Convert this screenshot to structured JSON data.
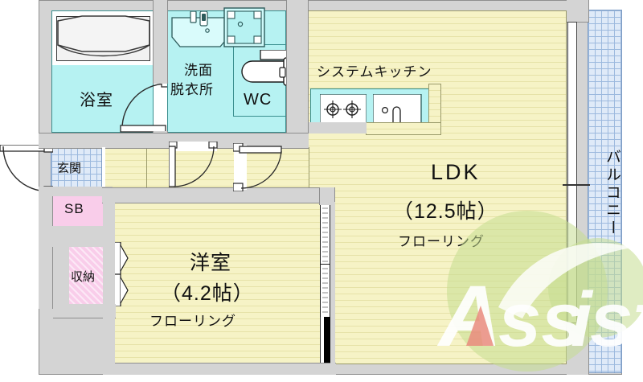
{
  "plan": {
    "title": "間取り図",
    "rooms": [
      {
        "id": "bathroom",
        "label": "浴室",
        "area": "",
        "flooring": ""
      },
      {
        "id": "washroom",
        "label": "洗面\n脱衣所",
        "line1": "洗面",
        "line2": "脱衣所"
      },
      {
        "id": "toilet",
        "label": "WC"
      },
      {
        "id": "entrance",
        "label": "玄関"
      },
      {
        "id": "shoebox",
        "label": "SB"
      },
      {
        "id": "closet",
        "label": "収納"
      },
      {
        "id": "kitchen",
        "label": "システムキッチン"
      },
      {
        "id": "ldk",
        "label": "LDK",
        "area": "（12.5帖）",
        "flooring": "フローリング"
      },
      {
        "id": "bedroom",
        "label": "洋室",
        "area": "（4.2帖）",
        "flooring": "フローリング"
      },
      {
        "id": "balcony",
        "label": "バルコニー"
      }
    ],
    "labels": {
      "bathroom": "浴室",
      "washroom_l1": "洗面",
      "washroom_l2": "脱衣所",
      "toilet": "WC",
      "entrance": "玄関",
      "shoebox": "SB",
      "closet": "収納",
      "kitchen": "システムキッチン",
      "ldk_name": "LDK",
      "ldk_area": "（12.5帖）",
      "ldk_floor": "フローリング",
      "bedroom_name": "洋室",
      "bedroom_area": "（4.2帖）",
      "bedroom_floor": "フローリング",
      "balcony": "バルコニー"
    },
    "watermark": {
      "text": "Assist",
      "color": "#c5dd8f",
      "accent": "#e98b7e"
    },
    "colors": {
      "wall": "#d4d4d4",
      "wall_line": "#8e8e8e",
      "flooring": "#f6f3c6",
      "flooring_line": "#e6e2a8",
      "wet_area": "#b6f2f2",
      "wet_line": "#3a8f8f",
      "entrance_tile": "#dfeaf8",
      "entrance_tile_line": "#9cb9de",
      "storage": "#f9cdea",
      "storage_line": "#9d4e85",
      "text": "#111111",
      "door_line": "#2a2a2a"
    }
  }
}
